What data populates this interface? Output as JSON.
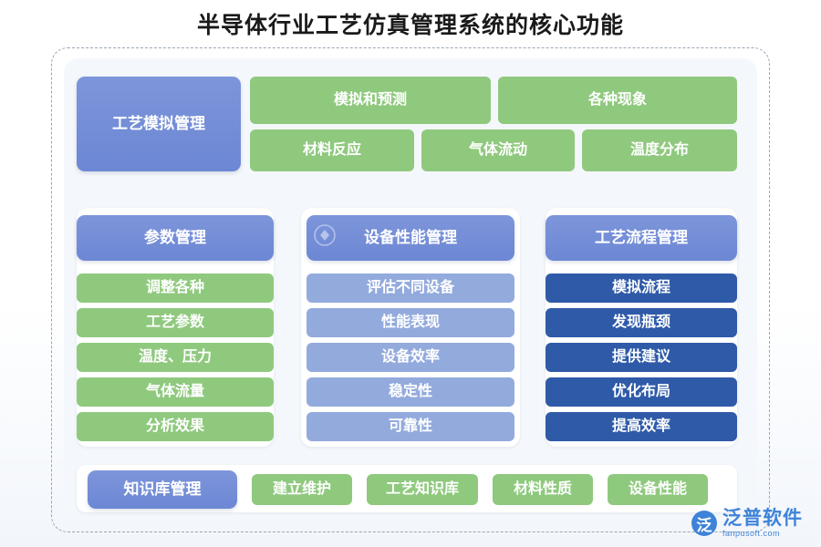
{
  "title": "半导体行业工艺仿真管理系统的核心功能",
  "groups": {
    "top": {
      "head": "工艺模拟管理",
      "items": [
        "模拟和预测",
        "各种现象",
        "材料反应",
        "气体流动",
        "温度分布"
      ]
    },
    "col1": {
      "head": "参数管理",
      "items": [
        "调整各种",
        "工艺参数",
        "温度、压力",
        "气体流量",
        "分析效果"
      ]
    },
    "col2": {
      "head": "设备性能管理",
      "items": [
        "评估不同设备",
        "性能表现",
        "设备效率",
        "稳定性",
        "可靠性"
      ]
    },
    "col3": {
      "head": "工艺流程管理",
      "items": [
        "模拟流程",
        "发现瓶颈",
        "提供建议",
        "优化布局",
        "提高效率"
      ]
    },
    "bottom": {
      "head": "知识库管理",
      "items": [
        "建立维护",
        "工艺知识库",
        "材料性质",
        "设备性能"
      ]
    }
  },
  "logo": {
    "mark": "泛",
    "cn": "泛普软件",
    "en": "fanpusoft.com"
  },
  "colors": {
    "blue_head": "#6c87d4",
    "green": "#8fc97e",
    "light_blue": "#93aadd",
    "deep_blue": "#2f5aa8",
    "brand": "#2f7ad6"
  }
}
